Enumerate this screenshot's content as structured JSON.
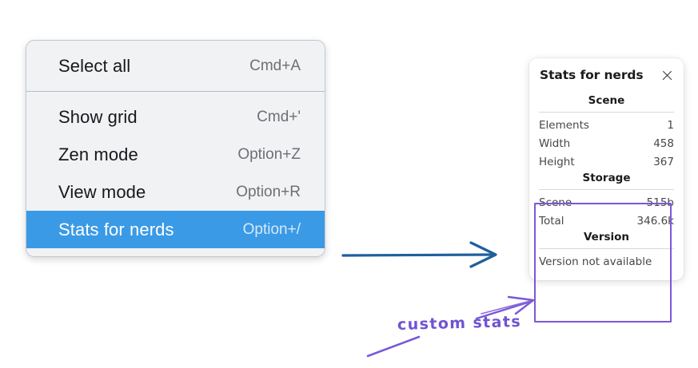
{
  "colors": {
    "menu_background": "#f1f2f4",
    "menu_border": "#c3c8d0",
    "selection_blue": "#3b9ae5",
    "shortcut_gray": "#6d7075",
    "annotation_purple": "#7a59d6",
    "arrow_blue": "#1f5f9e",
    "panel_background": "#ffffff"
  },
  "context_menu": {
    "groups": [
      {
        "items": [
          {
            "label": "Select all",
            "shortcut": "Cmd+A",
            "selected": false
          }
        ]
      },
      {
        "items": [
          {
            "label": "Show grid",
            "shortcut": "Cmd+'",
            "selected": false
          },
          {
            "label": "Zen mode",
            "shortcut": "Option+Z",
            "selected": false
          },
          {
            "label": "View mode",
            "shortcut": "Option+R",
            "selected": false
          },
          {
            "label": "Stats for nerds",
            "shortcut": "Option+/",
            "selected": true
          }
        ]
      }
    ]
  },
  "stats_panel": {
    "title": "Stats for nerds",
    "close_icon": "close-icon",
    "sections": [
      {
        "title": "Scene",
        "rows": [
          {
            "key": "Elements",
            "value": "1"
          },
          {
            "key": "Width",
            "value": "458"
          },
          {
            "key": "Height",
            "value": "367"
          }
        ]
      },
      {
        "title": "Storage",
        "rows": [
          {
            "key": "Scene",
            "value": "515b"
          },
          {
            "key": "Total",
            "value": "346.6k"
          }
        ]
      },
      {
        "title": "Version",
        "note": "Version not available"
      }
    ]
  },
  "annotations": {
    "custom_stats_label": "custom stats",
    "blue_arrow": "arrow-right-icon",
    "purple_arrow": "arrow-up-right-icon",
    "purple_underline": "underline-stroke-icon",
    "highlight_box": "highlight-rectangle"
  }
}
